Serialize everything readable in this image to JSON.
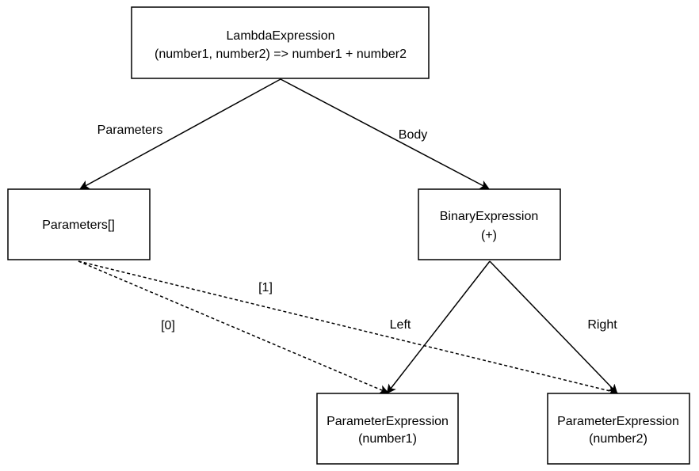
{
  "nodes": {
    "lambda": {
      "line1": "LambdaExpression",
      "line2": "(number1, number2) => number1 + number2"
    },
    "parameters": {
      "line1": "Parameters[]"
    },
    "binary": {
      "line1": "BinaryExpression",
      "line2": "(+)"
    },
    "param1": {
      "line1": "ParameterExpression",
      "line2": "(number1)"
    },
    "param2": {
      "line1": "ParameterExpression",
      "line2": "(number2)"
    }
  },
  "edges": {
    "parameters": "Parameters",
    "body": "Body",
    "left": "Left",
    "right": "Right",
    "index0": "[0]",
    "index1": "[1]"
  }
}
